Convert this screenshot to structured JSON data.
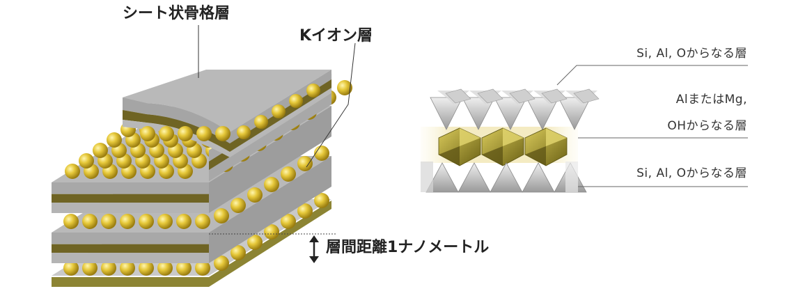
{
  "labels": {
    "sheet_skeleton": "シート状骨格層",
    "k_ion_layer": "Kイオン層",
    "interlayer_distance": "層間距離1ナノメートル"
  },
  "structure": {
    "layer_top": "Si, Al, Oからなる層",
    "layer_middle_line1": "AlまたはMg,",
    "layer_middle_line2": "OHからなる層",
    "layer_bottom": "Si, Al, Oからなる層"
  },
  "colors": {
    "sheet_top": "#b9b9b9",
    "sheet_side": "#9d9d9d",
    "band_olive": "#6f6424",
    "ball_gold": "#d4b62a",
    "octahedron": "#a89a2a",
    "tetrahedron": "#bdbdbd"
  }
}
